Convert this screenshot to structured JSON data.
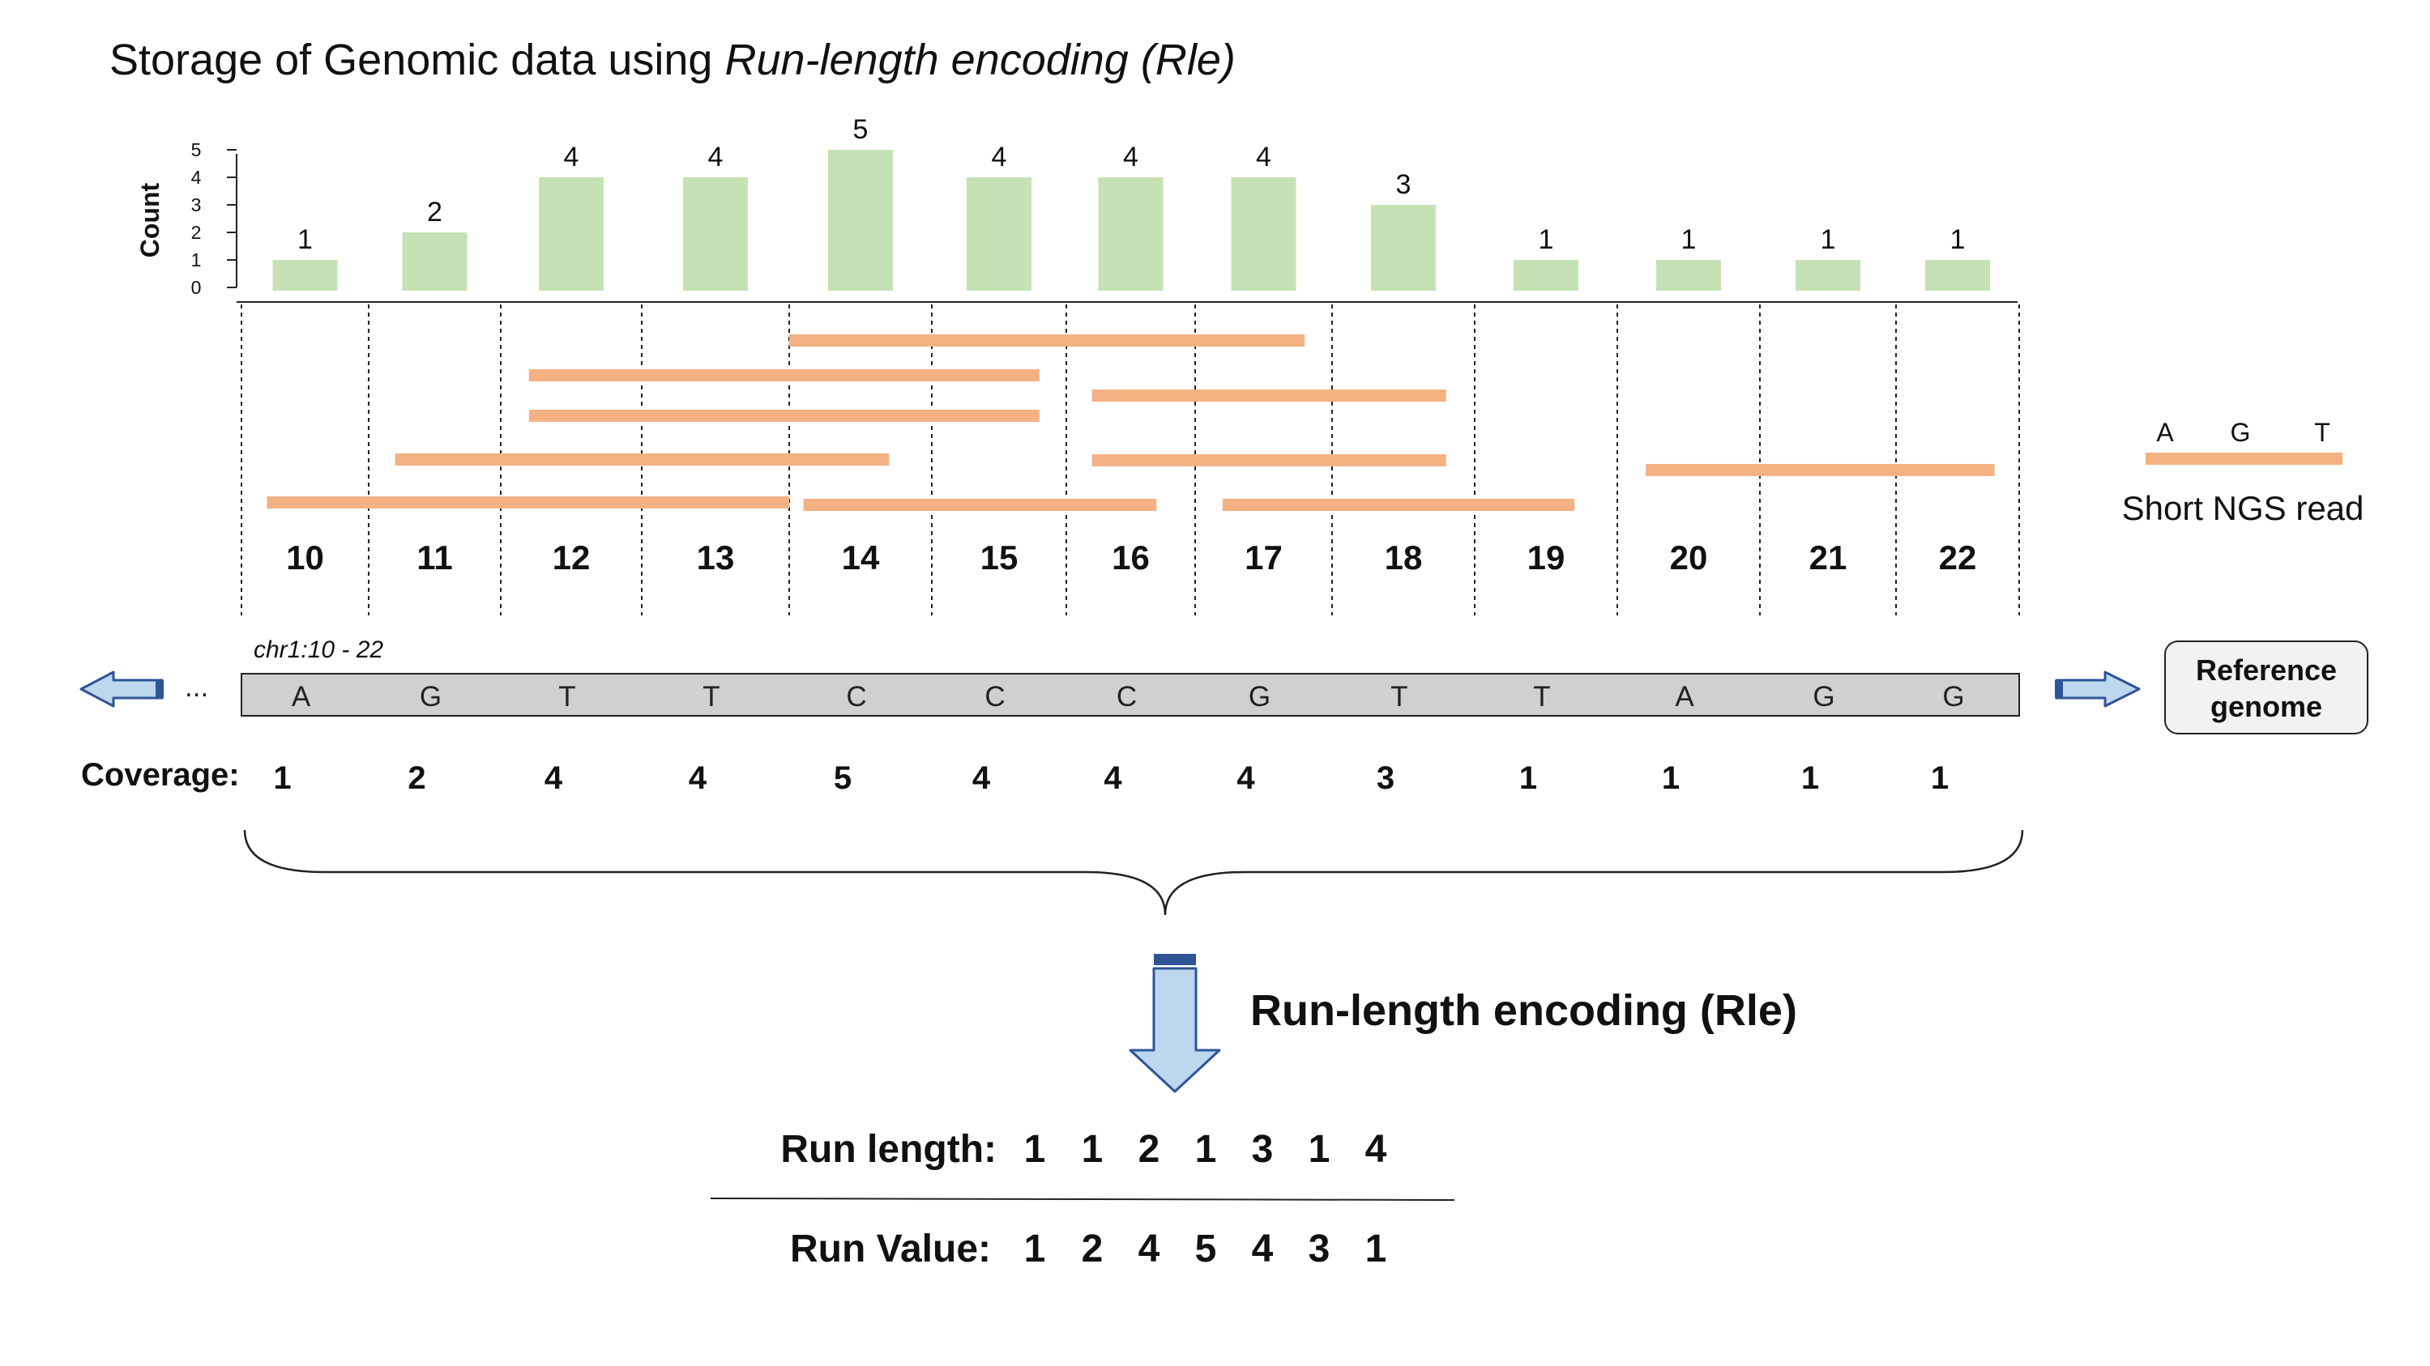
{
  "title": {
    "plain": "Storage of Genomic data using ",
    "italic": "Run-length encoding (Rle)"
  },
  "colors": {
    "bar": "#c6e2b4",
    "read": "#f4b183",
    "reference": "#d0d0d0",
    "arrow": "#bdd7ee",
    "arrow_edge": "#2f5597"
  },
  "chart_data": {
    "type": "bar",
    "title": "",
    "xlabel": "",
    "ylabel": "Count",
    "ylim": [
      0,
      5
    ],
    "yticks": [
      "0",
      "1",
      "2",
      "3",
      "4",
      "5"
    ],
    "categories": [
      "10",
      "11",
      "12",
      "13",
      "14",
      "15",
      "16",
      "17",
      "18",
      "19",
      "20",
      "21",
      "22"
    ],
    "values": [
      1,
      2,
      4,
      4,
      5,
      4,
      4,
      4,
      3,
      1,
      1,
      1,
      1
    ],
    "labels": [
      "1",
      "2",
      "4",
      "4",
      "5",
      "4",
      "4",
      "4",
      "3",
      "1",
      "1",
      "1",
      "1"
    ]
  },
  "positions": [
    "10",
    "11",
    "12",
    "13",
    "14",
    "15",
    "16",
    "17",
    "18",
    "19",
    "20",
    "21",
    "22"
  ],
  "region_label": "chr1:10 - 22",
  "reference_bases": [
    "A",
    "G",
    "T",
    "T",
    "C",
    "C",
    "C",
    "G",
    "T",
    "T",
    "A",
    "G",
    "G"
  ],
  "reference_continuation": "...",
  "coverage": {
    "label": "Coverage:",
    "values": [
      "1",
      "2",
      "4",
      "4",
      "5",
      "4",
      "4",
      "4",
      "3",
      "1",
      "1",
      "1",
      "1"
    ]
  },
  "reads": [
    {
      "start": 14.0,
      "end": 17.8
    },
    {
      "start": 12.2,
      "end": 15.8
    },
    {
      "start": 12.2,
      "end": 15.8
    },
    {
      "start": 16.2,
      "end": 18.8
    },
    {
      "start": 11.2,
      "end": 14.7
    },
    {
      "start": 16.2,
      "end": 18.8
    },
    {
      "start": 20.2,
      "end": 22.8
    },
    {
      "start": 10.2,
      "end": 14.0
    },
    {
      "start": 14.1,
      "end": 16.7
    },
    {
      "start": 17.2,
      "end": 19.7
    }
  ],
  "legend": {
    "bases": [
      "A",
      "G",
      "T"
    ],
    "label": "Short NGS read"
  },
  "reference_box": {
    "line1": "Reference",
    "line2": "genome"
  },
  "rle": {
    "heading": "Run-length encoding (Rle)",
    "length_label": "Run length:",
    "lengths": [
      "1",
      "1",
      "2",
      "1",
      "3",
      "1",
      "4"
    ],
    "value_label": "Run Value:",
    "values": [
      "1",
      "2",
      "4",
      "5",
      "4",
      "3",
      "1"
    ]
  }
}
